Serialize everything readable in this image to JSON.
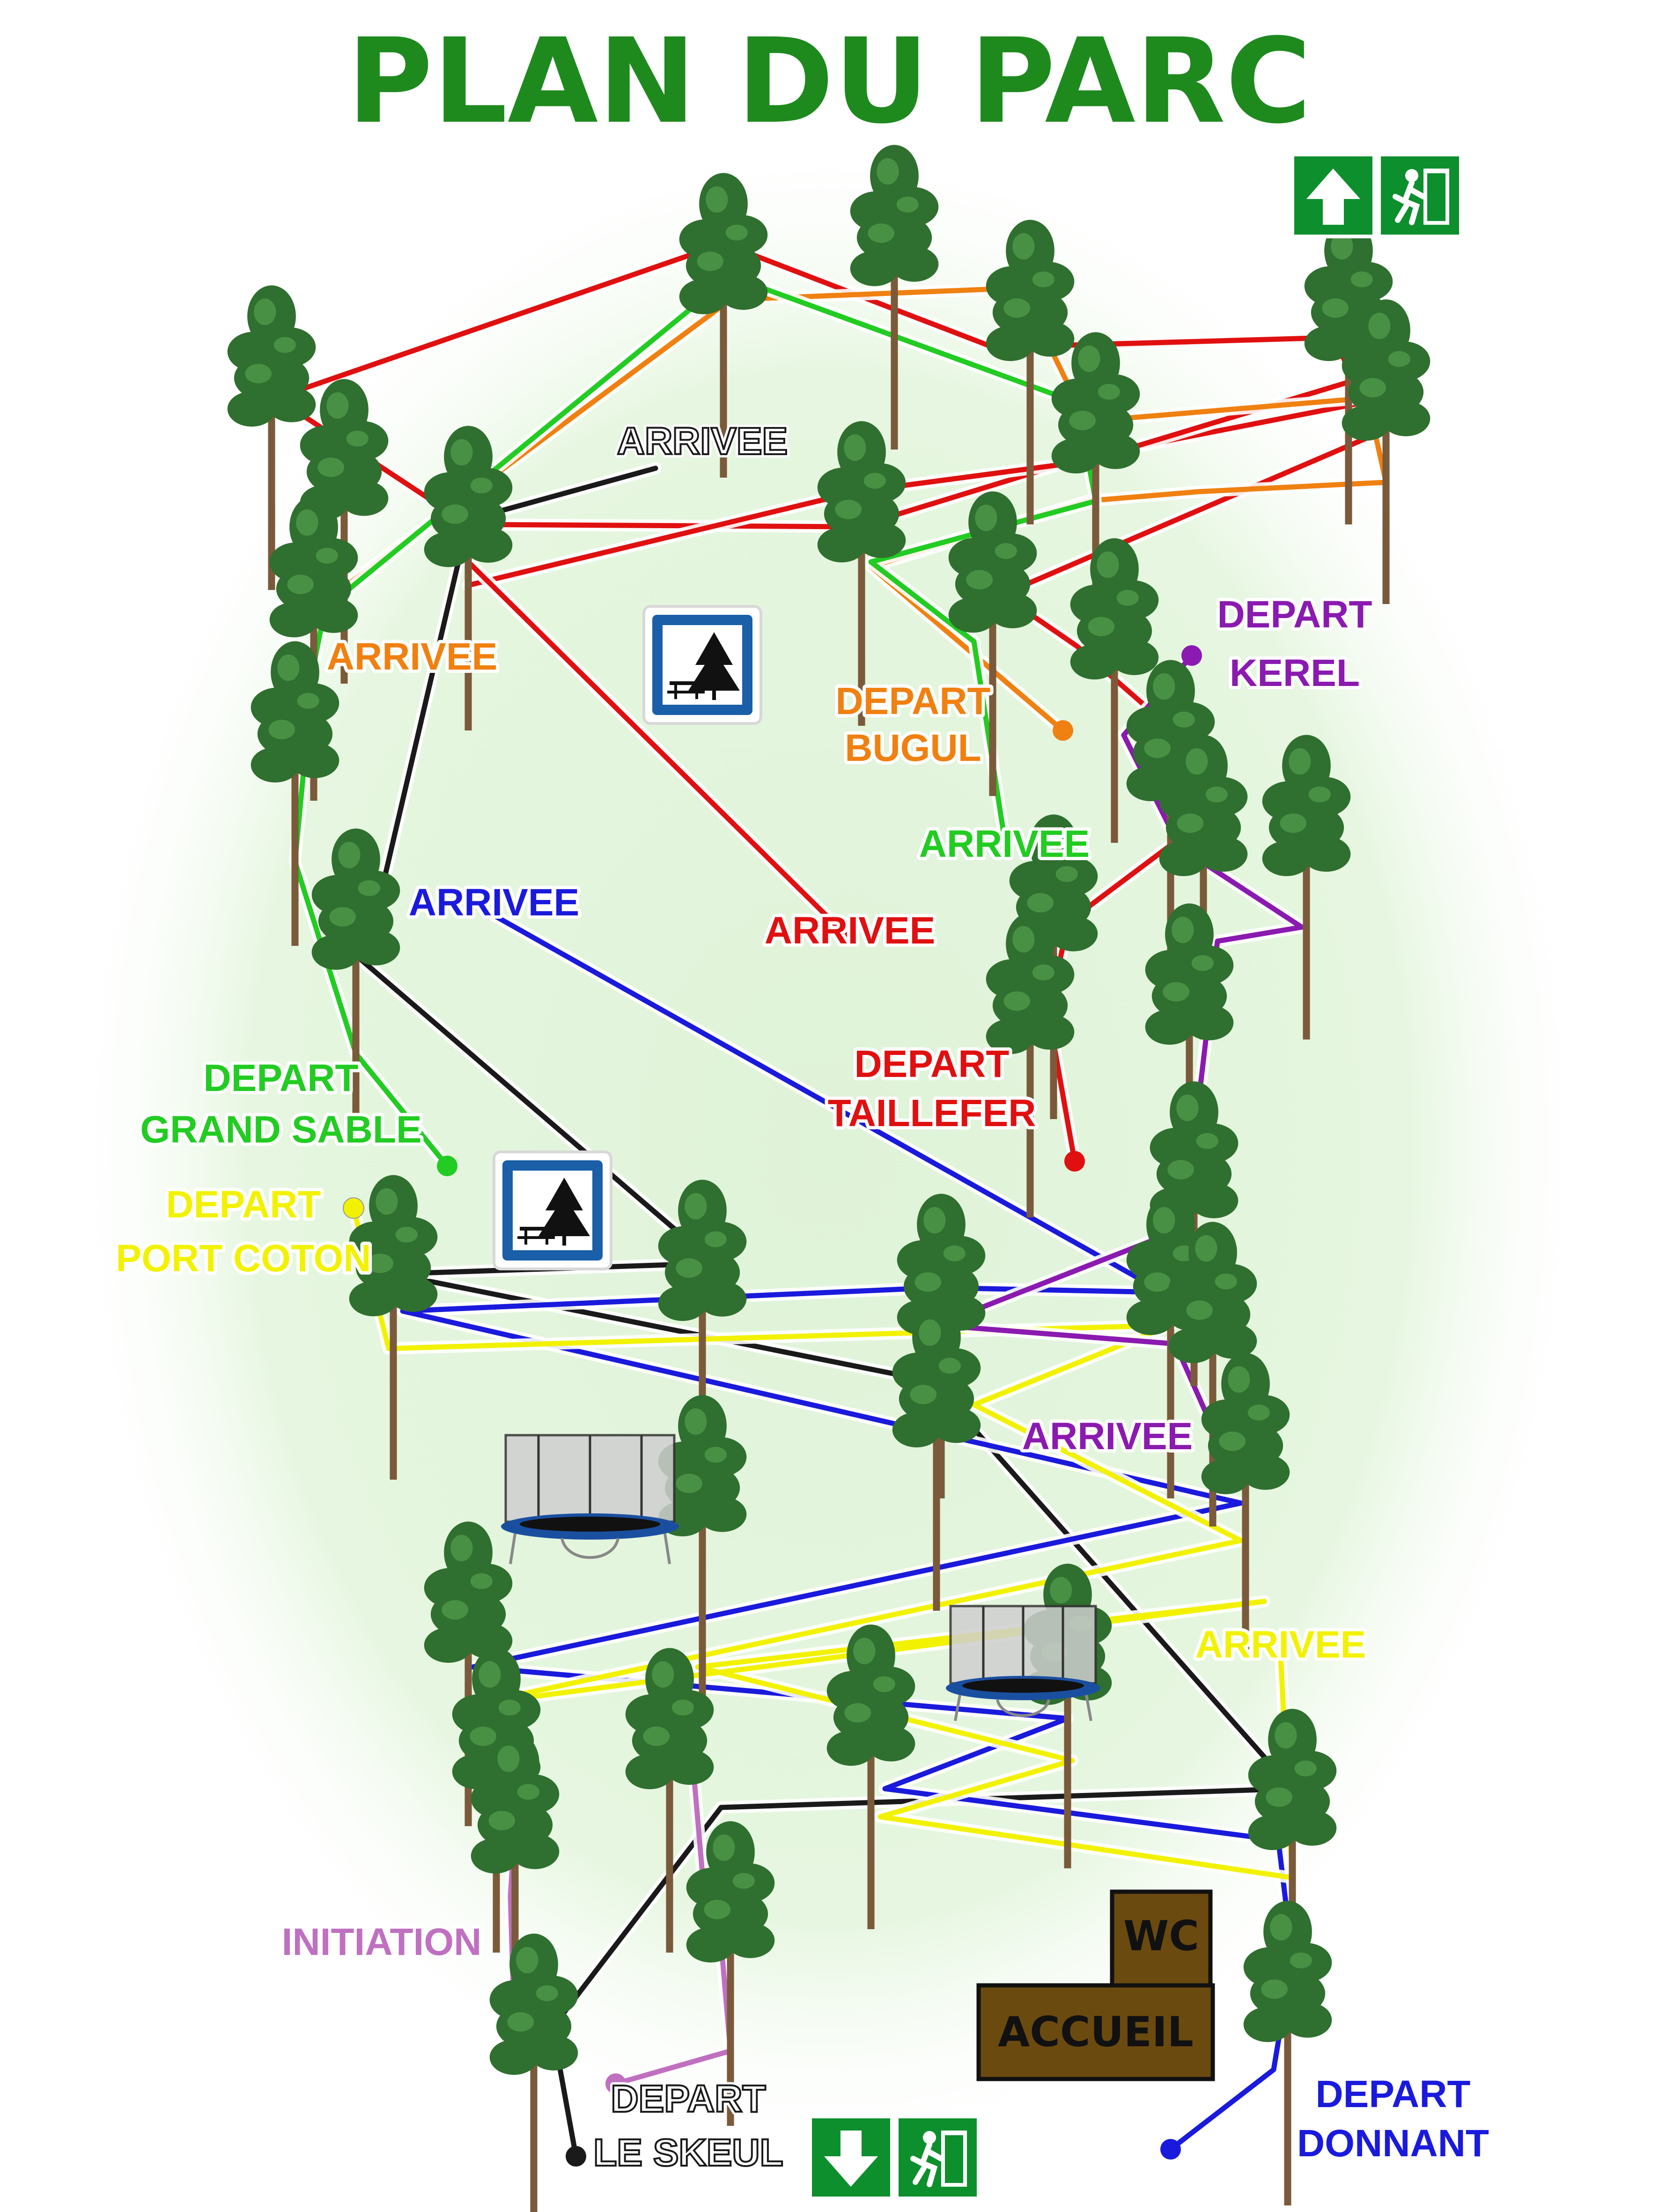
{
  "title": "PLAN DU PARC",
  "colors": {
    "title": "#1e8a1e",
    "red": "#e01010",
    "orange": "#f08010",
    "green": "#22cc22",
    "black": "#1a1a1a",
    "blue": "#1a1adc",
    "yellow": "#f2f200",
    "purple": "#8a1ab0",
    "pink": "#c070c0",
    "exit_green": "#0e8f2e",
    "sign_blue": "#1a5fa8",
    "building": "#6b4a10"
  },
  "labels": {
    "arrivee_black": "ARRIVEE",
    "arrivee_orange": "ARRIVEE",
    "depart_bugul_1": "DEPART",
    "depart_bugul_2": "BUGUL",
    "depart_kerel_1": "DEPART",
    "depart_kerel_2": "KEREL",
    "arrivee_green": "ARRIVEE",
    "arrivee_blue": "ARRIVEE",
    "arrivee_red": "ARRIVEE",
    "depart_taillefer_1": "DEPART",
    "depart_taillefer_2": "TAILLEFER",
    "depart_grand_sable_1": "DEPART",
    "depart_grand_sable_2": "GRAND SABLE",
    "depart_port_coton_1": "DEPART",
    "depart_port_coton_2": "PORT COTON",
    "arrivee_purple": "ARRIVEE",
    "arrivee_yellow": "ARRIVEE",
    "initiation": "INITIATION",
    "depart_le_skeul_1": "DEPART",
    "depart_le_skeul_2": "LE SKEUL",
    "depart_donnant_1": "DEPART",
    "depart_donnant_2": "DONNANT"
  },
  "buildings": {
    "wc": "WC",
    "accueil": "ACCUEIL"
  },
  "icons": {
    "exit_top": [
      "arrow-up-icon",
      "emergency-exit-icon"
    ],
    "exit_bottom": [
      "arrow-down-icon",
      "emergency-exit-icon"
    ],
    "picnic": "picnic-area-icon",
    "trampoline": "trampoline-icon",
    "tree": "pine-tree-icon"
  }
}
